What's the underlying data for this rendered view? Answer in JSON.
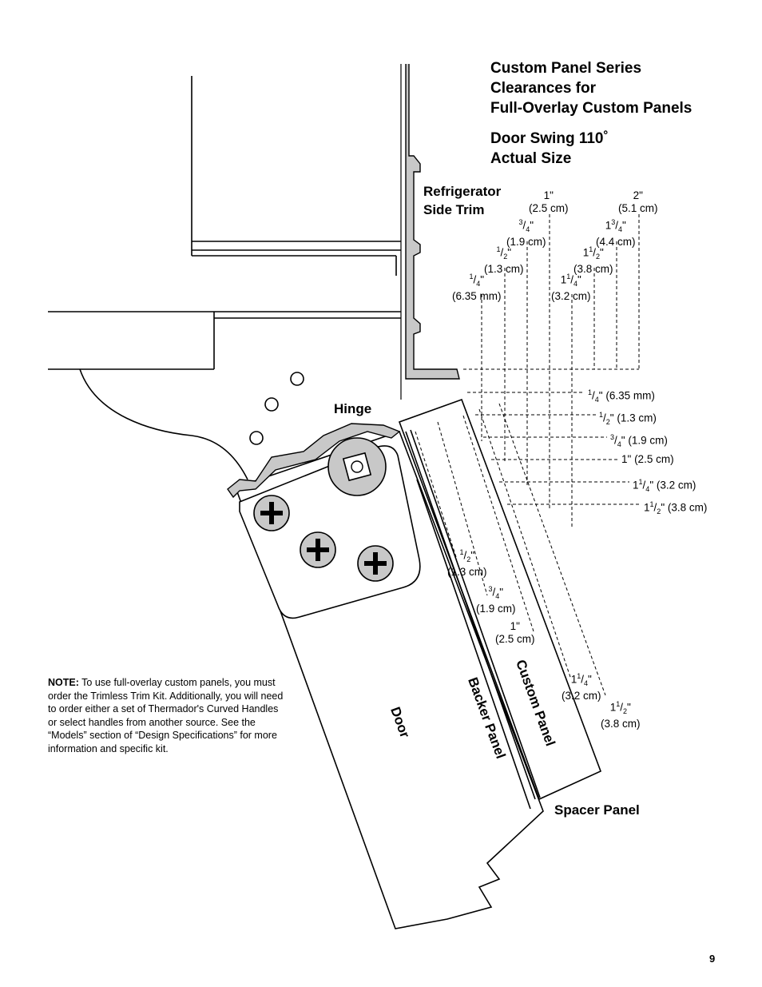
{
  "title": {
    "line1": "Custom Panel Series",
    "line2": "Clearances for",
    "line3": "Full-Overlay Custom Panels",
    "line4": "Door Swing 110˚",
    "line5": "Actual Size"
  },
  "labels": {
    "trim_line1": "Refrigerator",
    "trim_line2": "Side Trim",
    "hinge": "Hinge",
    "door": "Door",
    "backer": "Backer Panel",
    "custom": "Custom Panel",
    "spacer": "Spacer Panel"
  },
  "top_dims": [
    {
      "whole": "",
      "num": "1",
      "den": "4",
      "cm": "(6.35 mm)"
    },
    {
      "whole": "",
      "num": "1",
      "den": "2",
      "cm": "(1.3 cm)"
    },
    {
      "whole": "",
      "num": "3",
      "den": "4",
      "cm": "(1.9 cm)"
    },
    {
      "whole": "1",
      "num": "",
      "den": "",
      "cm": "(2.5 cm)"
    },
    {
      "whole": "1",
      "num": "1",
      "den": "4",
      "cm": "(3.2 cm)"
    },
    {
      "whole": "1",
      "num": "1",
      "den": "2",
      "cm": "(3.8 cm)"
    },
    {
      "whole": "1",
      "num": "3",
      "den": "4",
      "cm": "(4.4 cm)"
    },
    {
      "whole": "2",
      "num": "",
      "den": "",
      "cm": "(5.1 cm)"
    }
  ],
  "side_dims": [
    {
      "whole": "",
      "num": "1",
      "den": "4",
      "cm": "(6.35 mm)"
    },
    {
      "whole": "",
      "num": "1",
      "den": "2",
      "cm": "(1.3 cm)"
    },
    {
      "whole": "",
      "num": "3",
      "den": "4",
      "cm": "(1.9 cm)"
    },
    {
      "whole": "1",
      "num": "",
      "den": "",
      "cm": "(2.5 cm)"
    },
    {
      "whole": "1",
      "num": "1",
      "den": "4",
      "cm": "(3.2 cm)"
    },
    {
      "whole": "1",
      "num": "1",
      "den": "2",
      "cm": "(3.8 cm)"
    }
  ],
  "panel_dims": [
    {
      "whole": "",
      "num": "1",
      "den": "2",
      "cm": "(1.3 cm)"
    },
    {
      "whole": "",
      "num": "3",
      "den": "4",
      "cm": "(1.9 cm)"
    },
    {
      "whole": "1",
      "num": "",
      "den": "",
      "cm": "(2.5 cm)"
    },
    {
      "whole": "1",
      "num": "1",
      "den": "4",
      "cm": "(3.2 cm)"
    },
    {
      "whole": "1",
      "num": "1",
      "den": "2",
      "cm": "(3.8 cm)"
    }
  ],
  "note": {
    "lead": "NOTE:",
    "text": " To use full-overlay custom panels, you must order the Trimless Trim Kit. Additionally, you will need to order either a set of Thermador's Curved Handles or select handles from another source. See the “Models” section of “Design Specifications” for more information and specific kit."
  },
  "page_number": "9"
}
